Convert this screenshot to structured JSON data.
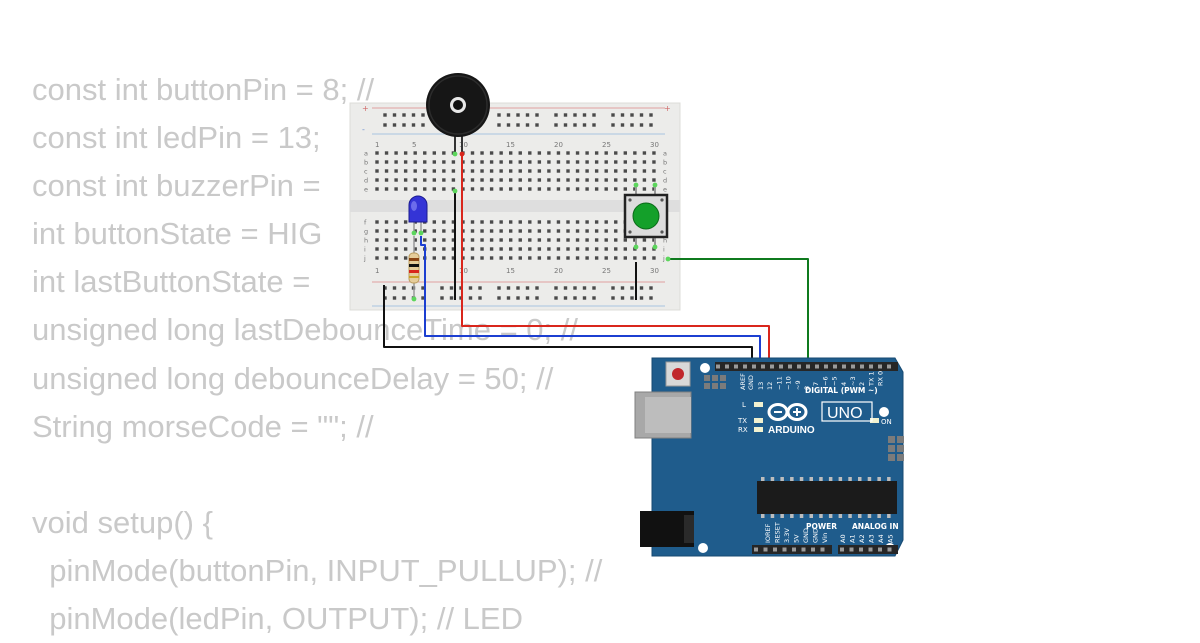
{
  "code_lines": [
    "const int buttonPin = 8; //",
    "const int ledPin = 13;",
    "const int buzzerPin = ",
    "int buttonState = HIG",
    "int lastButtonState = ",
    "unsigned long lastDebounceTime = 0; //",
    "unsigned long debounceDelay = 50; //",
    "String morseCode = \"\"; //",
    "",
    "void setup() {",
    "  pinMode(buttonPin, INPUT_PULLUP); //",
    "  pinMode(ledPin, OUTPUT); // LED"
  ],
  "breadboard": {
    "plus_label": "+",
    "minus_label": "-",
    "column_numbers": [
      "1",
      "5",
      "10",
      "15",
      "20",
      "25",
      "30"
    ],
    "row_letters_top": [
      "a",
      "b",
      "c",
      "d",
      "e"
    ],
    "row_letters_bottom": [
      "f",
      "g",
      "h",
      "i",
      "j"
    ]
  },
  "arduino": {
    "brand": "ARDUINO",
    "model": "UNO",
    "digital_header": "DIGITAL (PWM ~)",
    "power_header": "POWER",
    "analog_header": "ANALOG IN",
    "on_label": "ON",
    "l_label": "L",
    "tx_label": "TX",
    "rx_label": "RX",
    "digital_pins": [
      "AREF",
      "GND",
      "13",
      "12",
      "~11",
      "~10",
      "~9",
      "8",
      "7",
      "~6",
      "~5",
      "4",
      "~3",
      "2",
      "TX 1",
      "RX 0"
    ],
    "power_pins": [
      "IOREF",
      "RESET",
      "3.3V",
      "5V",
      "GND",
      "GND",
      "Vin"
    ],
    "analog_pins": [
      "A0",
      "A1",
      "A2",
      "A3",
      "A4",
      "A5"
    ]
  },
  "colors": {
    "board_blue": "#1f5c8c",
    "wire_red": "#d9261c",
    "wire_blue": "#1c3fd1",
    "wire_green": "#0f7a1e",
    "wire_black": "#111111",
    "led_blue": "#3434d6",
    "button_green": "#14a02a"
  },
  "icons": [
    "buzzer-icon",
    "led-icon",
    "resistor-icon",
    "pushbutton-icon",
    "arduino-logo-icon"
  ]
}
